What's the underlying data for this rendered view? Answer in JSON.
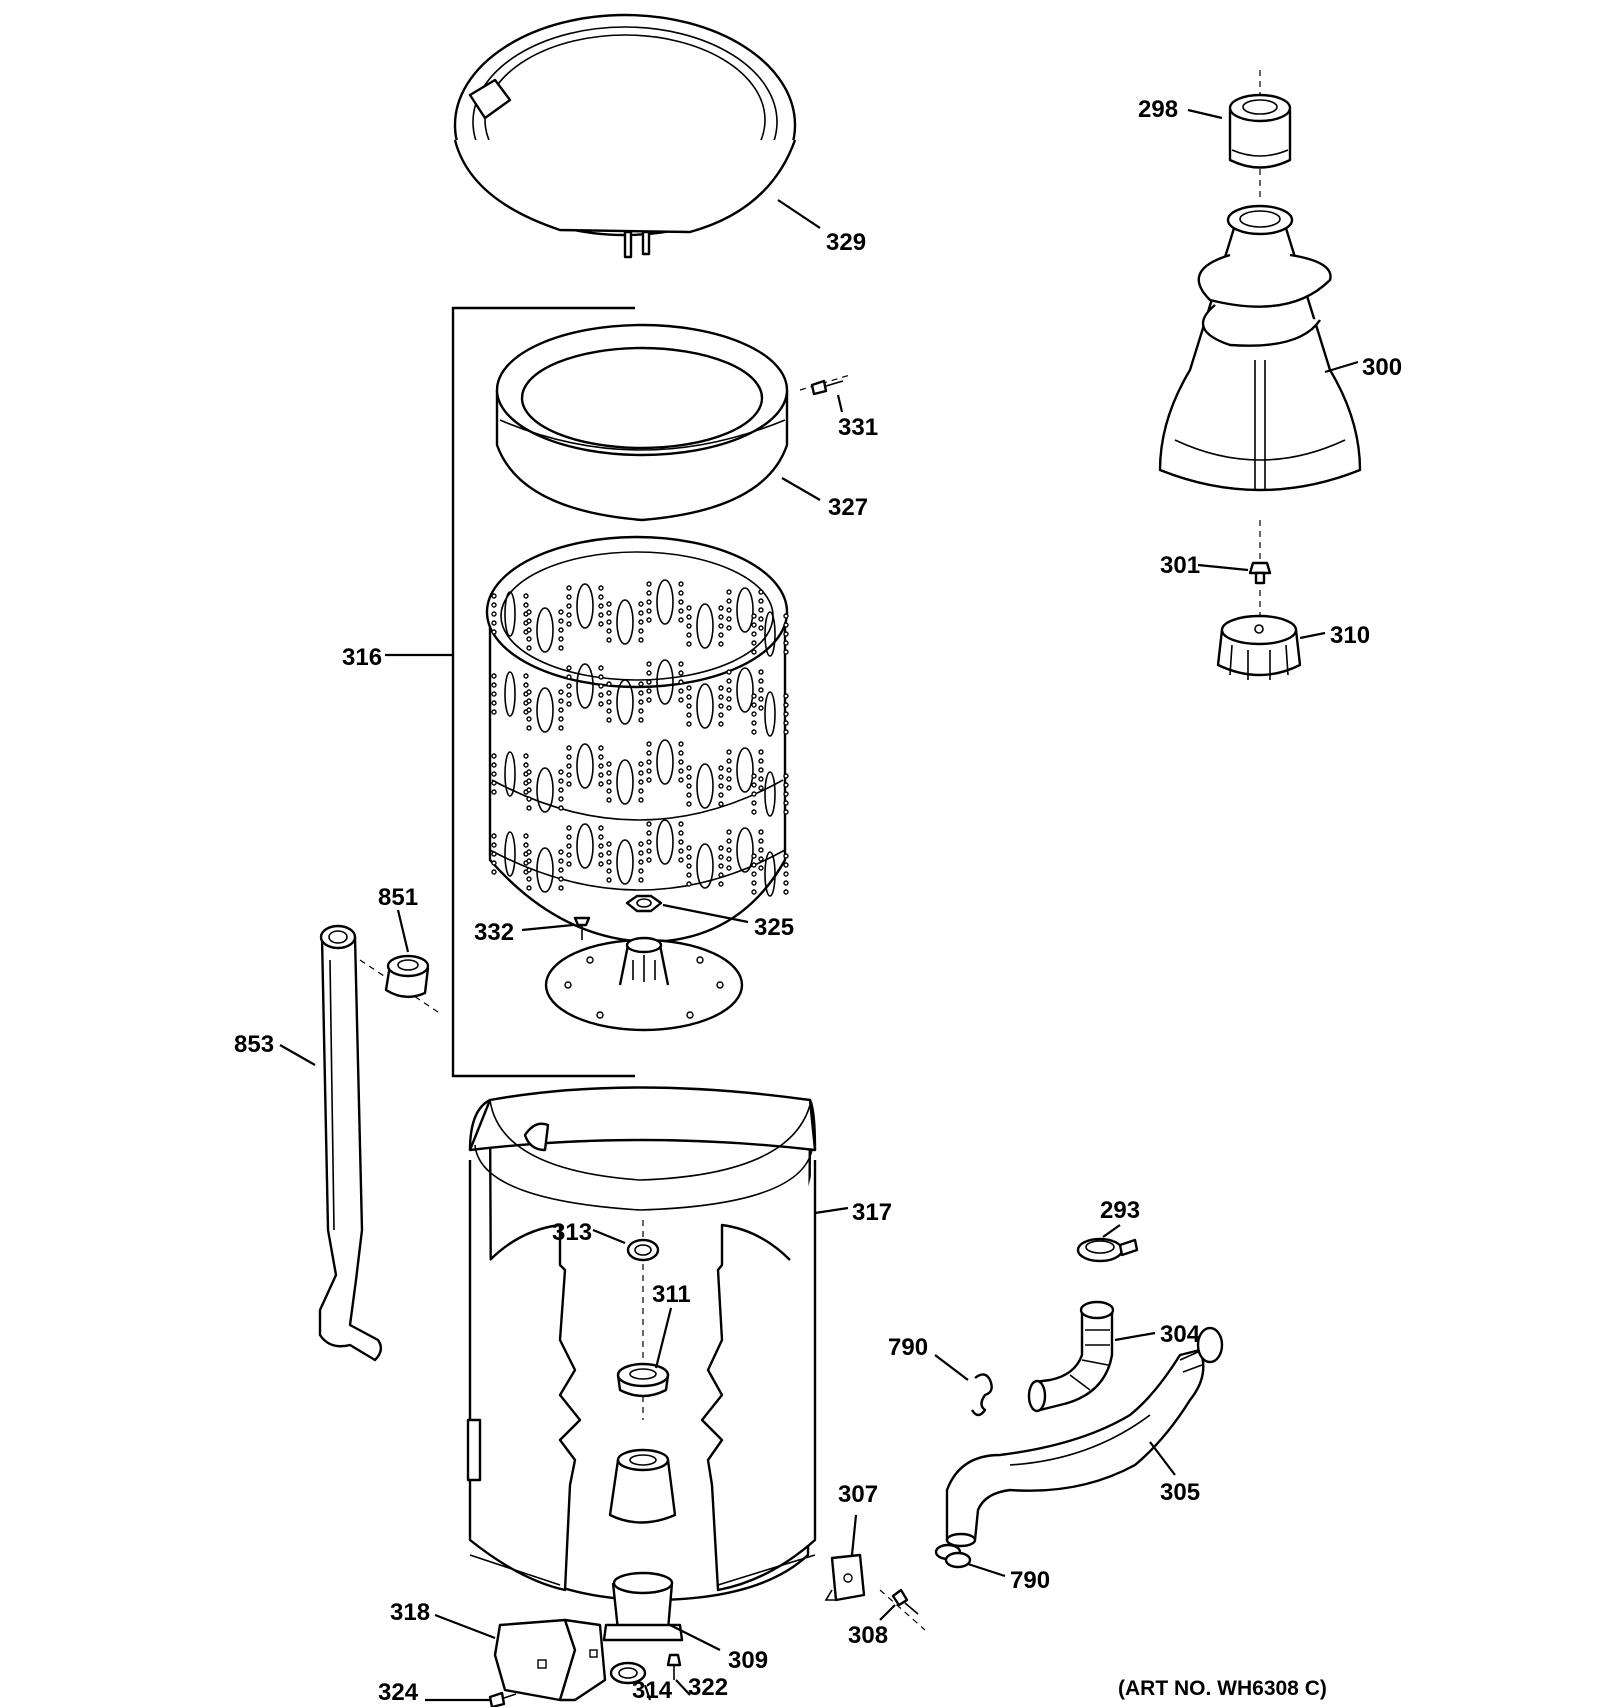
{
  "callouts": {
    "c298": "298",
    "c329": "329",
    "c300": "300",
    "c331": "331",
    "c327": "327",
    "c301": "301",
    "c310": "310",
    "c316": "316",
    "c851": "851",
    "c332": "332",
    "c325": "325",
    "c853": "853",
    "c317": "317",
    "c293": "293",
    "c313": "313",
    "c311": "311",
    "c790a": "790",
    "c304": "304",
    "c305": "305",
    "c307": "307",
    "c790b": "790",
    "c318": "318",
    "c309": "309",
    "c308": "308",
    "c324": "324",
    "c314": "314",
    "c322": "322"
  },
  "art_number": "(ART NO. WH6308 C)"
}
